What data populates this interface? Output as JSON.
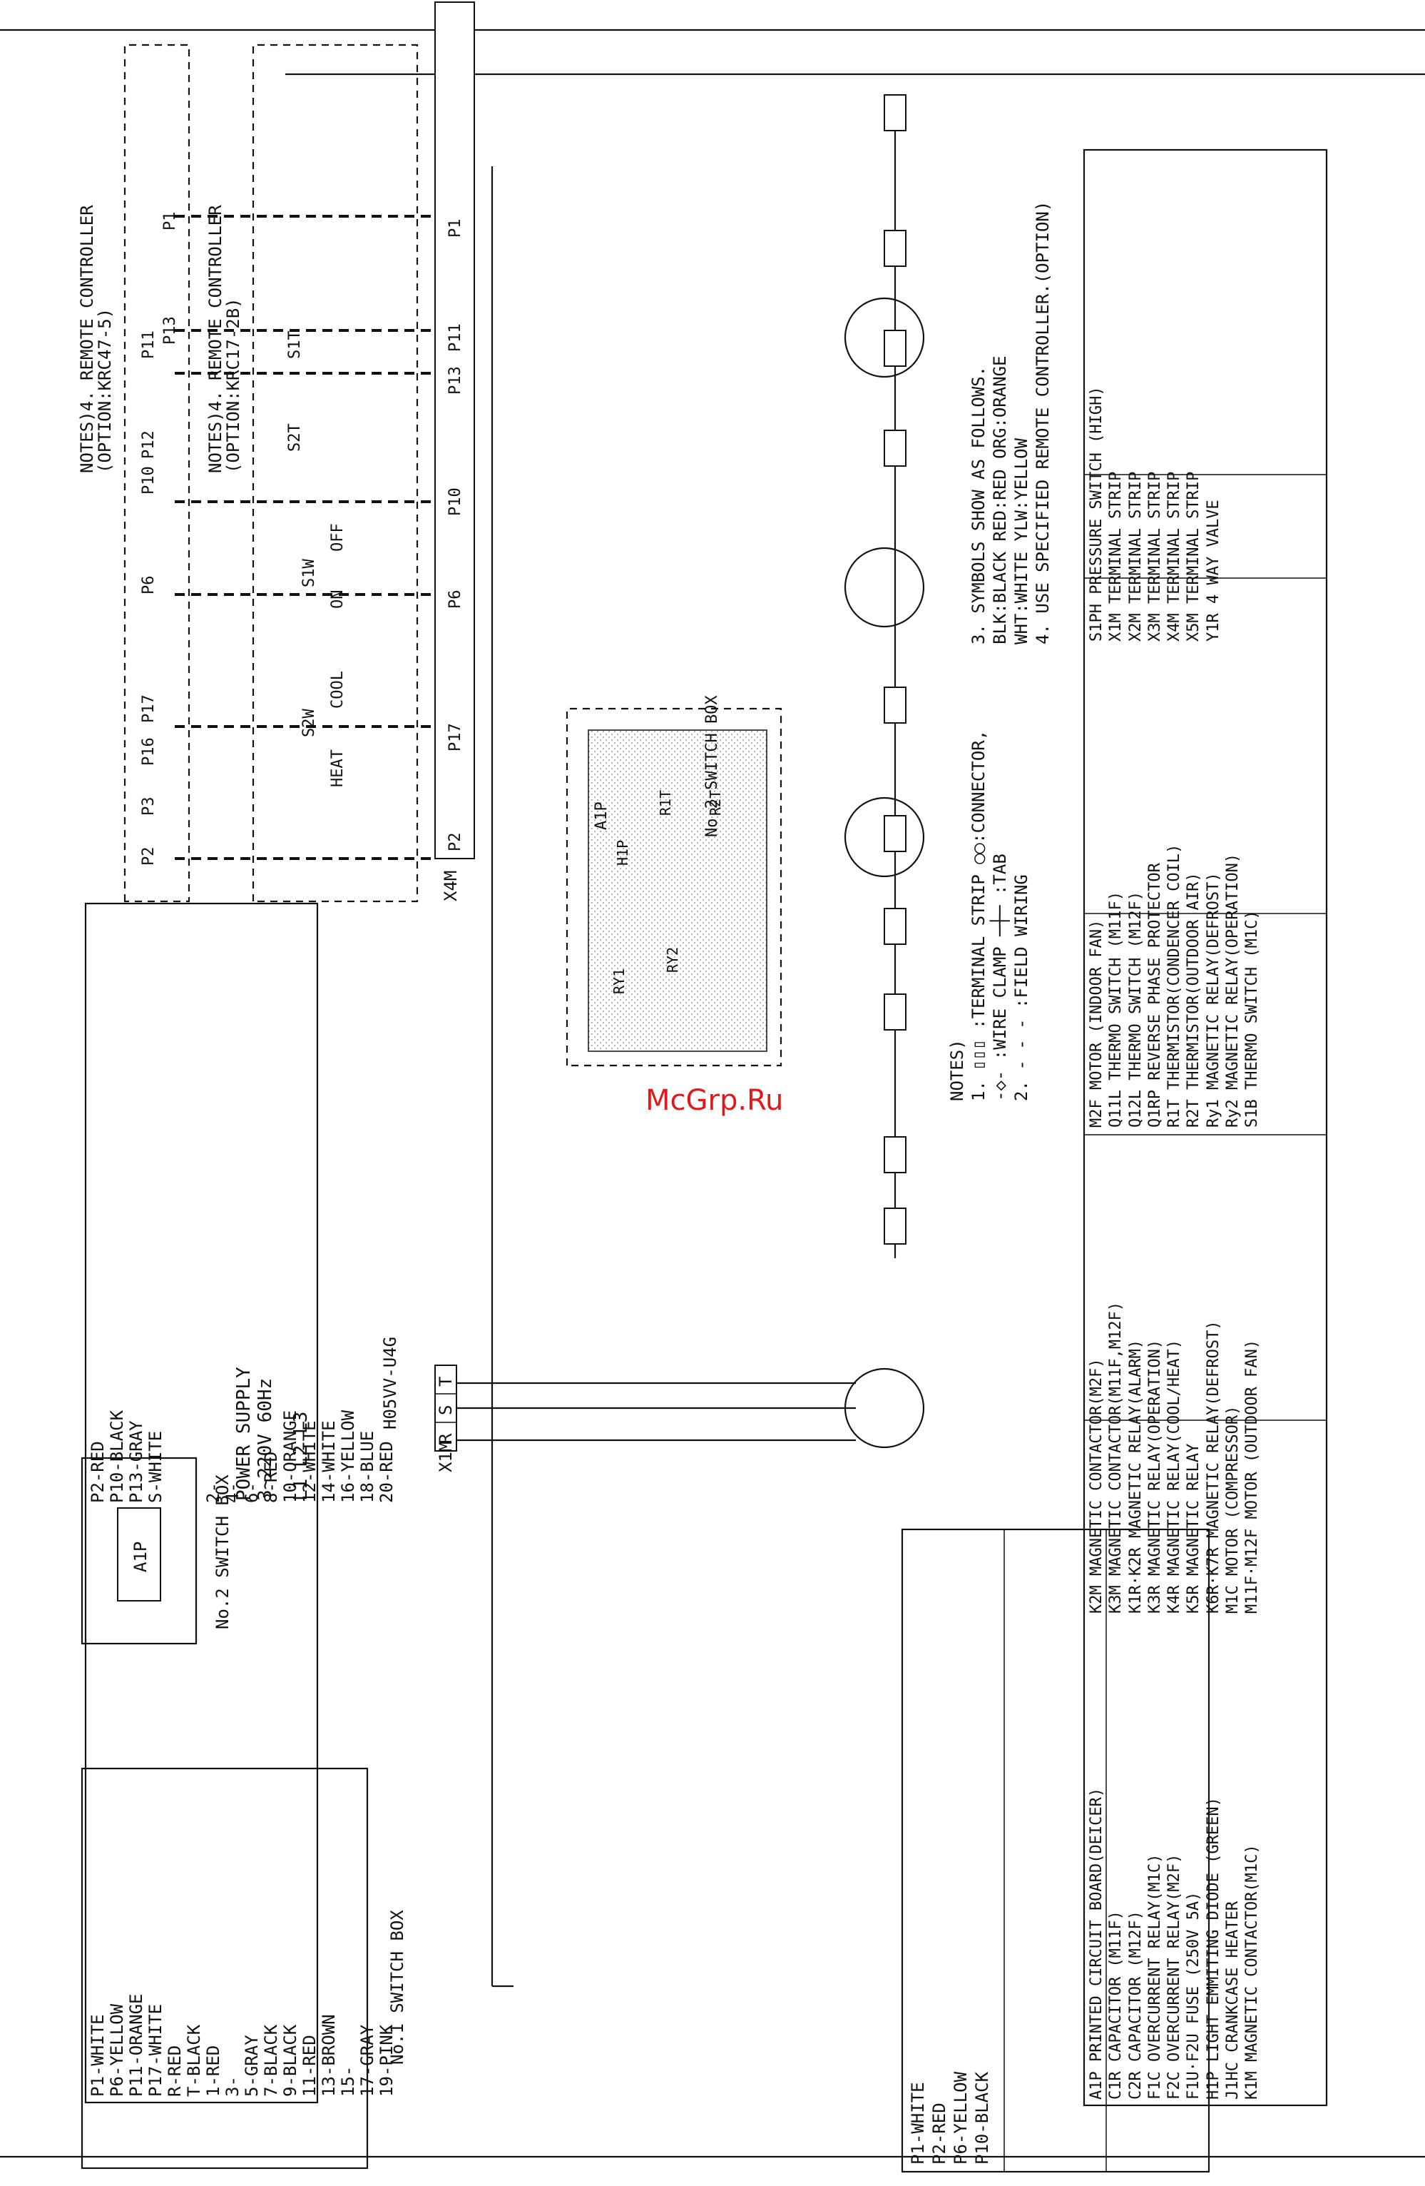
{
  "power": {
    "label": "POWER SUPPLY",
    "spec": "3~220V 60Hz",
    "phases": "L1 L2 L3",
    "cable": "H05VV-U4G"
  },
  "x1m": {
    "label": "X1M",
    "r": "R",
    "s": "S",
    "t": "T"
  },
  "x4m": {
    "label": "X4M",
    "p2": "P2",
    "p17": "P17",
    "p6": "P6",
    "p10": "P10",
    "p13": "P13",
    "p11": "P11",
    "p1": "P1"
  },
  "remote": {
    "krc47": "NOTES)4. REMOTE CONTROLLER",
    "krc47_opt": "(OPTION:KRC47-5)",
    "krc17": "NOTES)4. REMOTE CONTROLLER",
    "krc17_opt": "(OPTION:KRC17-2B)",
    "p2": "P2",
    "p3": "P3",
    "p16": "P16",
    "p17": "P17",
    "p6": "P6",
    "p10": "P10",
    "p12": "P12",
    "p11": "P11",
    "p13": "P13",
    "p1": "P1",
    "s2w": "S2W",
    "cool": "COOL",
    "heat": "HEAT",
    "s1w": "S1W",
    "off": "OFF",
    "on": "ON",
    "s2t": "S2T",
    "s1t": "S1T"
  },
  "a1p": {
    "box_label": "No.2 SWITCH BOX",
    "label": "A1P",
    "ry1": "RY1",
    "ry2": "RY2",
    "h1p": "H1P",
    "r1t": "R1T",
    "r2t": "R2T"
  },
  "boxes": {
    "no1": "No.1 SWITCH BOX",
    "a1p": "A1P",
    "no2": "No.2 SWITCH BOX"
  },
  "notes": {
    "title": "NOTES)",
    "n1": "1. ▯▯▯ :TERMINAL STRIP ◯◯:CONNECTOR,",
    "n1b": "   -◇- :WIRE CLAMP   ─┼─ :TAB",
    "n2": "2. - - - :FIELD WIRING",
    "n3": "3. SYMBOLS SHOW AS FOLLOWS.",
    "n3b": "   BLK:BLACK RED:RED ORG:ORANGE",
    "n3c": "   WHT:WHITE YLW:YELLOW",
    "n4": "4. USE SPECIFIED REMOTE CONTROLLER.(OPTION)"
  },
  "wires": [
    "P1-WHITE",
    "P2-RED",
    "P6-YELLOW",
    "P10-BLACK",
    "P11-ORANGE",
    "P13-GRAY",
    "P17-WHITE",
    "S-WHITE",
    "R-RED",
    "",
    "T-BLACK",
    "",
    "1-RED",
    "2-",
    "3-",
    "4-",
    "5-GRAY",
    "6-",
    "7-BLACK",
    "8-RED",
    "9-BLACK",
    "10-ORANGE",
    "11-RED",
    "12-WHITE",
    "13-BROWN",
    "14-WHITE",
    "15-",
    "16-YELLOW",
    "17-GRAY",
    "18-BLUE",
    "19-PINK",
    "20-RED"
  ],
  "legend": [
    "A1P  PRINTED CIRCUIT BOARD(DEICER)",
    "K2M  MAGNETIC CONTACTOR(M2F)",
    "M2F  MOTOR (INDOOR FAN)",
    "S1PH  PRESSURE SWITCH (HIGH)",
    "C1R  CAPACITOR (M11F)",
    "K3M  MAGNETIC CONTACTOR(M11F,M12F)",
    "Q11L  THERMO SWITCH (M11F)",
    "X1M  TERMINAL STRIP",
    "C2R  CAPACITOR (M12F)",
    "K1R·K2R  MAGNETIC RELAY(ALARM)",
    "Q12L  THERMO SWITCH (M12F)",
    "X2M  TERMINAL STRIP",
    "F1C  OVERCURRENT RELAY(M1C)",
    "K3R  MAGNETIC RELAY(OPERATION)",
    "Q1RP  REVERSE PHASE PROTECTOR",
    "X3M  TERMINAL STRIP",
    "F2C  OVERCURRENT RELAY(M2F)",
    "K4R  MAGNETIC RELAY(COOL/HEAT)",
    "R1T  THERMISTOR(CONDENCER COIL)",
    "X4M  TERMINAL STRIP",
    "F1U·F2U  FUSE (250V 5A)",
    "K5R  MAGNETIC RELAY",
    "R2T  THERMISTOR(OUTDOOR AIR)",
    "X5M  TERMINAL STRIP",
    "H1P  LIGHT EMMITING DIODE (GREEN)",
    "K6R·K7R  MAGNETIC RELAY(DEFROST)",
    "Ry1  MAGNETIC RELAY(DEFROST)",
    "Y1R  4 WAY VALVE",
    "J1HC  CRANKCASE HEATER",
    "M1C  MOTOR (COMPRESSOR)",
    "Ry2  MAGNETIC RELAY(OPERATION)",
    "",
    "K1M  MAGNETIC CONTACTOR(M1C)",
    "M11F·M12F  MOTOR (OUTDOOR FAN)",
    "S1B  THERMO SWITCH (M1C)",
    ""
  ],
  "watermark": "McGrp.Ru"
}
